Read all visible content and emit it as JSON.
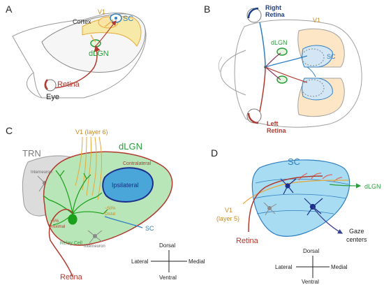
{
  "panels": {
    "a": "A",
    "b": "B",
    "c": "C",
    "d": "D"
  },
  "panel_a": {
    "v1": "V1",
    "cortex": "Cortex",
    "sc": "SC",
    "dlgn": "dLGN",
    "retina": "Retina",
    "eye": "Eye"
  },
  "panel_b": {
    "right_retina_1": "Right",
    "right_retina_2": "Retina",
    "v1": "V1",
    "dlgn": "dLGN",
    "sc": "SC",
    "left_retina_1": "Left",
    "left_retina_2": "Retina"
  },
  "panel_c": {
    "v1_layer6": "V1 (layer 6)",
    "dlgn": "dLGN",
    "trn": "TRN",
    "interneuron_trn": "Interneuron",
    "contralateral": "Contralateral",
    "ipsilateral": "Ipsilateral",
    "proximal_1": "~5%",
    "proximal_2": "Proximal",
    "distal_1": "~50%",
    "distal_2": "Distal",
    "sc": "SC",
    "relay_cell": "Relay Cell",
    "interneuron": "Interneuron",
    "retina": "Retina"
  },
  "panel_d": {
    "sc": "SC",
    "dlgn": "dLGN",
    "v1_1": "V1",
    "v1_2": "(layer 5)",
    "retina": "Retina",
    "gaze_1": "Gaze",
    "gaze_2": "centers"
  },
  "compass": {
    "dorsal": "Dorsal",
    "ventral": "Ventral",
    "lateral": "Lateral",
    "medial": "Medial"
  },
  "colors": {
    "retina": "#b03a2e",
    "v1": "#e8a838",
    "sc": "#2f7fc1",
    "dlgn": "#2a9d3c",
    "relay": "#1aa01a",
    "ipsilateral": "#1d2f8c",
    "interneuron": "#8a8a8a",
    "contralateral_fill": "#b8e6b8"
  }
}
